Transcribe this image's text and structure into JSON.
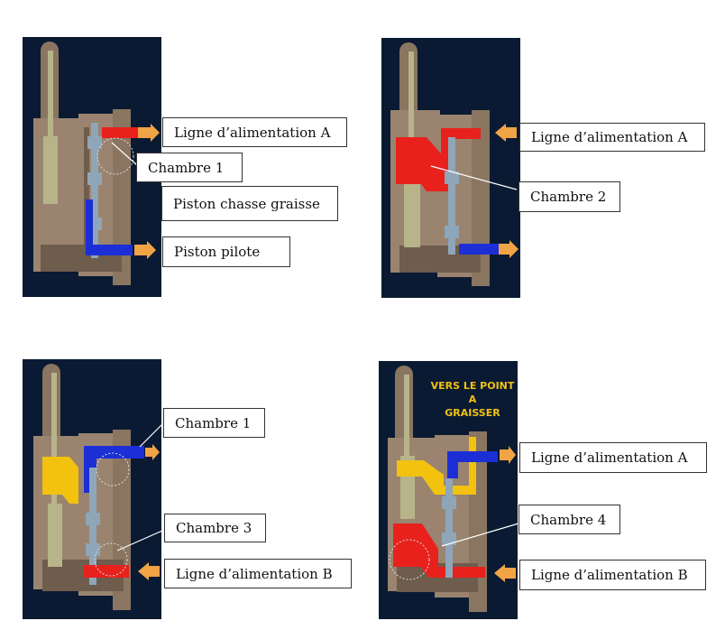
{
  "panels": {
    "p1": {
      "labels": {
        "supply_a": "Ligne d’alimentation A",
        "chamber": "Chambre 1",
        "grease_piston": "Piston chasse graisse",
        "pilot_piston": "Piston pilote"
      }
    },
    "p2": {
      "labels": {
        "supply_a": "Ligne d’alimentation A",
        "chamber": "Chambre 2"
      }
    },
    "p3": {
      "labels": {
        "chamber_top": "Chambre 1",
        "chamber_bottom": "Chambre 3",
        "supply_b": "Ligne d’alimentation B"
      }
    },
    "p4": {
      "inset_text": [
        "VERS LE POINT",
        "A",
        "GRAISSER"
      ],
      "labels": {
        "supply_a": "Ligne d’alimentation A",
        "chamber": "Chambre 4",
        "supply_b": "Ligne d’alimentation B"
      }
    }
  },
  "colors": {
    "background": "#0a1a33",
    "body": "#9a8470",
    "body_dark": "#6e5c4c",
    "rod": "#b7b48a",
    "red": "#e8211d",
    "blue": "#1c2fd6",
    "yellow": "#f2c20f",
    "arrow": "#f0a446",
    "spool": "#8ea6b8"
  }
}
